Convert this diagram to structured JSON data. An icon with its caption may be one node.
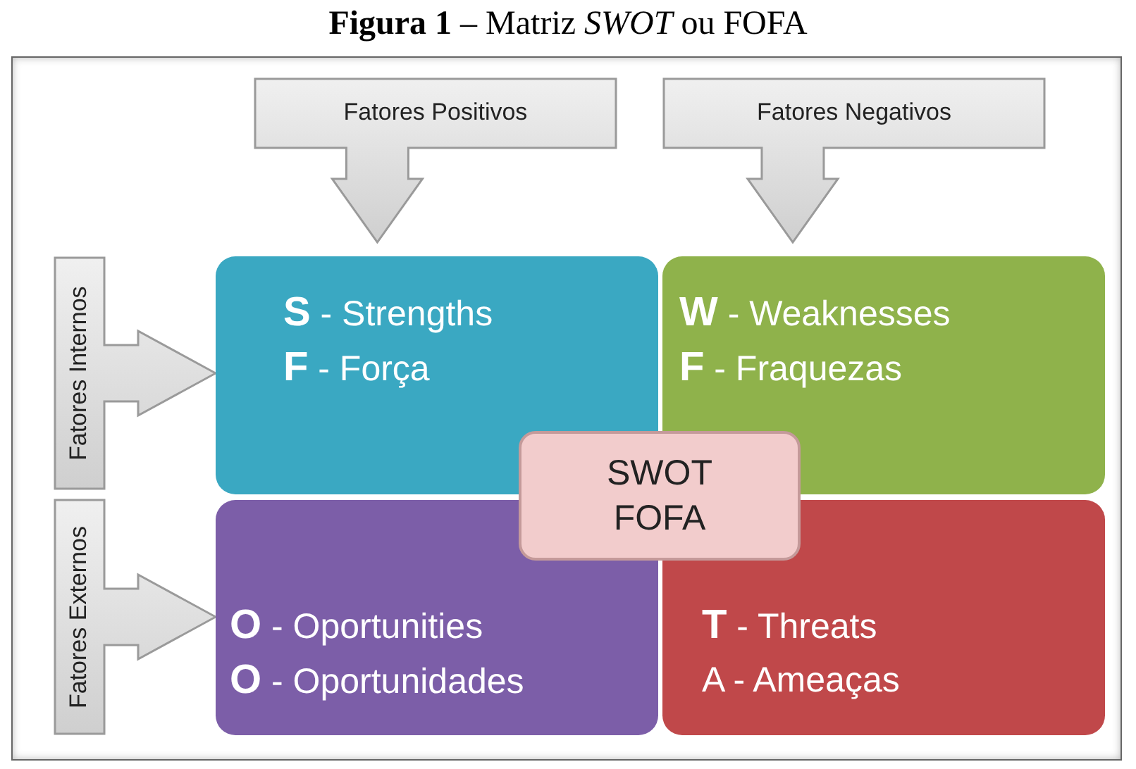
{
  "diagram": {
    "title": "**Figura 1** – Matriz *SWOT* ou FOFA",
    "nodes": [
      {
        "text": [
          "Fatores Positivos"
        ]
      },
      {
        "text": [
          "Fatores Negativos"
        ]
      },
      {
        "text": [
          "Fatores Internos"
        ]
      },
      {
        "text": [
          "Fatores Externos"
        ]
      },
      {
        "text": [
          "**S** - Strengths",
          "**F** - Força"
        ]
      },
      {
        "text": [
          "**W** - Weaknesses",
          "**F** - Fraquezas"
        ]
      },
      {
        "text": [
          "SWOT",
          "FOFA"
        ]
      },
      {
        "text": [
          "**O** - Oportunities",
          "**O** - Oportunidades"
        ]
      },
      {
        "text": [
          "**T** - Threats",
          "A - Ameaças"
        ]
      }
    ],
    "edges": []
  }
}
